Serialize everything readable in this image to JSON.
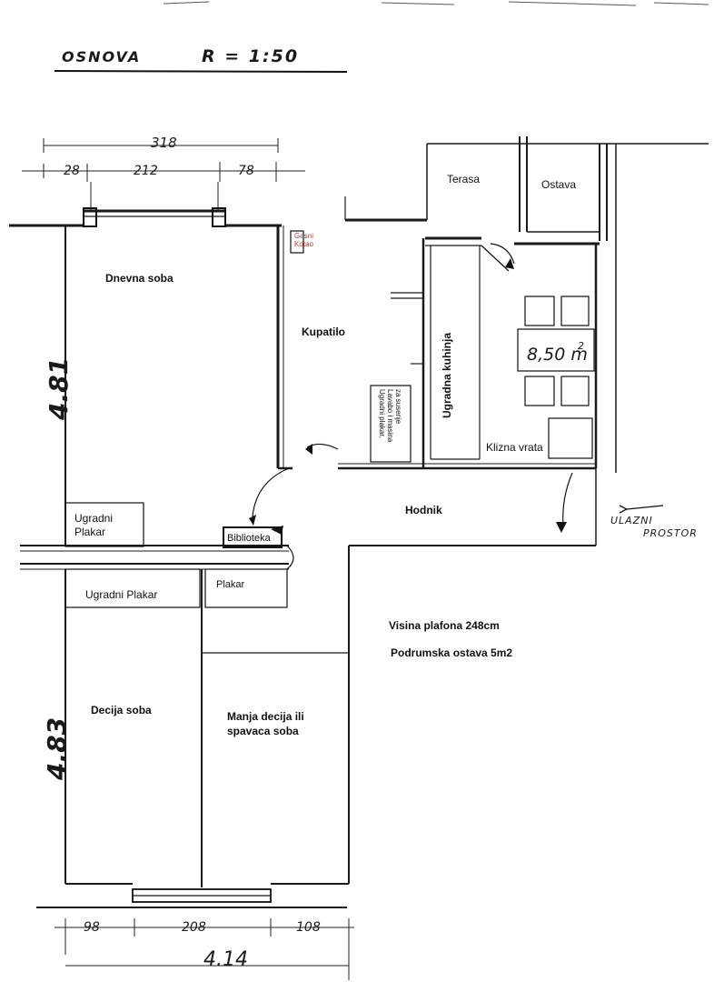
{
  "header": {
    "title": "OSNOVA",
    "scale": "R = 1:50"
  },
  "dimensions": {
    "top_total": "318",
    "top_segments": [
      "28",
      "212",
      "78"
    ],
    "left_upper": "4.81",
    "left_lower": "4.83",
    "bottom_segments": [
      "98",
      "208",
      "108"
    ],
    "bottom_total": "4.14",
    "kitchen_area": "8,50 m",
    "kitchen_area_sup": "2"
  },
  "rooms": {
    "terasa": "Terasa",
    "ostava": "Ostava",
    "plinski_kotao_line1": "Gasni",
    "plinski_kotao_line2": "Kotao",
    "dnevna_soba": "Dnevna soba",
    "kupatilo": "Kupatilo",
    "ugradna_kuhinja": "Ugradna kuhinja",
    "plakar_note_line1": "Ugradni plakar,",
    "plakar_note_line2": "Lavabo i masina",
    "plakar_note_line3": "za susenje",
    "klizna_vrata": "Klizna vrata",
    "hodnik": "Hodnik",
    "ulazni_line1": "ULAZNI",
    "ulazni_line2": "PROSTOR",
    "ugradni_plakar_line1": "Ugradni",
    "ugradni_plakar_line2": "Plakar",
    "biblioteka": "Biblioteka",
    "ugradni_plakar2": "Ugradni Plakar",
    "plakar": "Plakar",
    "decija_soba": "Decija soba",
    "manja_line1": "Manja decija ili",
    "manja_line2": "spavaca soba"
  },
  "notes": {
    "visina": "Visina plafona 248cm",
    "podrumska": "Podrumska ostava 5m2"
  },
  "colors": {
    "ink": "#1a1a1a",
    "gasni_label": "#c0392b"
  }
}
